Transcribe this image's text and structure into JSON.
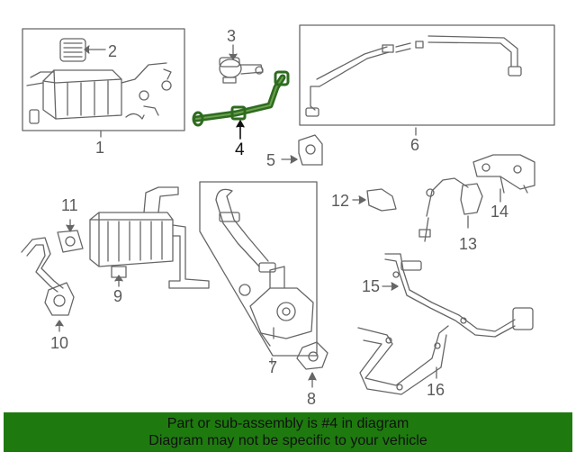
{
  "diagram": {
    "callouts": [
      "1",
      "2",
      "3",
      "4",
      "5",
      "6",
      "7",
      "8",
      "9",
      "10",
      "11",
      "12",
      "13",
      "14",
      "15",
      "16"
    ],
    "highlighted_part": "4",
    "colors": {
      "line": "#666666",
      "highlight": "#2e6b1f",
      "banner": "#1e7a0f"
    }
  },
  "banner": {
    "line1": "Part or sub-assembly is #4 in diagram",
    "line2": "Diagram may not be specific to your vehicle"
  }
}
